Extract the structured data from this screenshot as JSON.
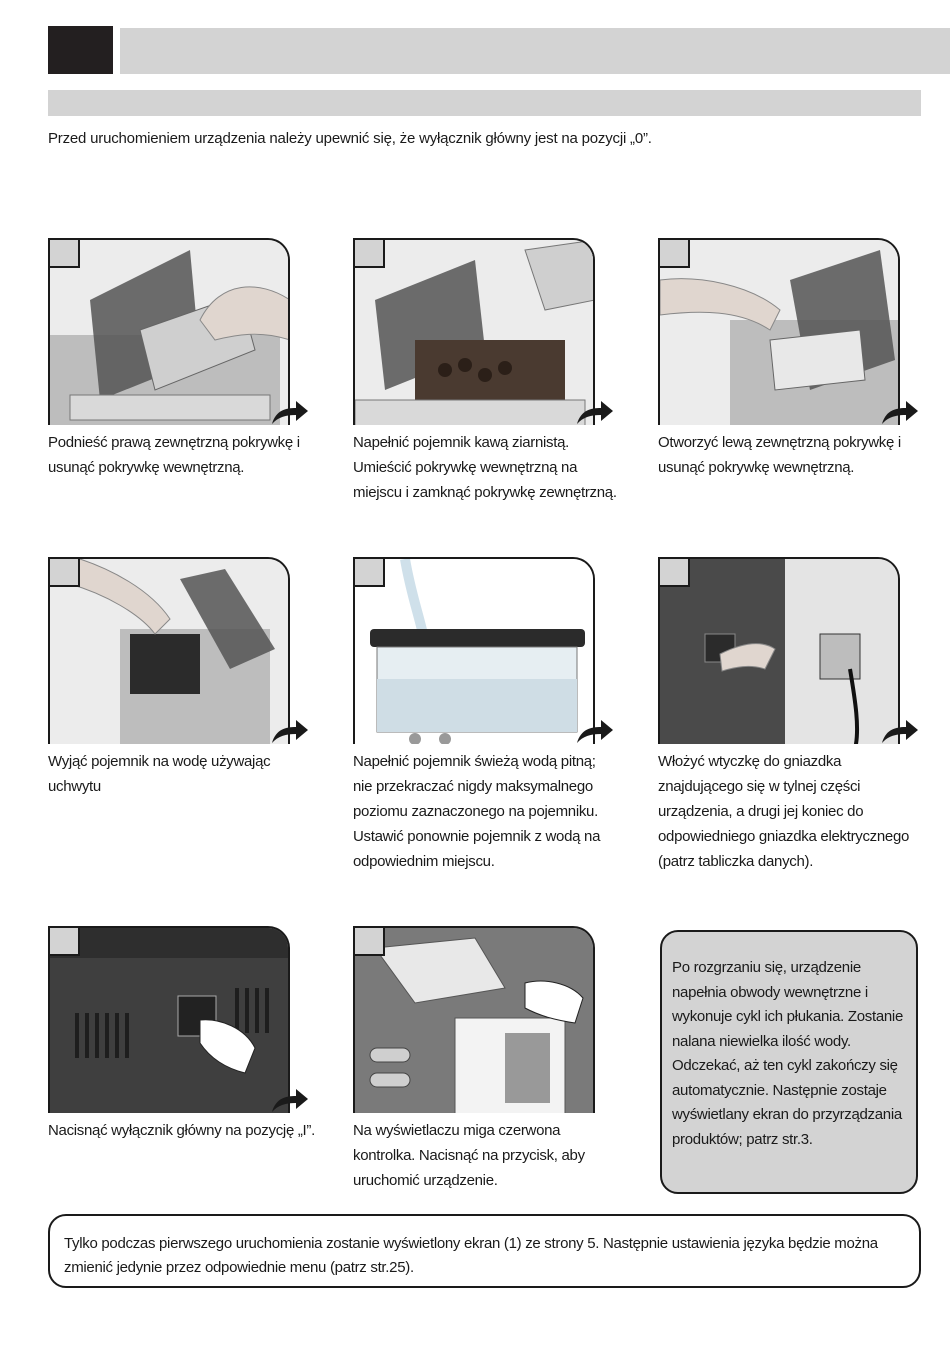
{
  "intro_text": "Przed uruchomieniem urządzenia należy upewnić się, że wyłącznik główny jest na pozycji „0”.",
  "steps": [
    {
      "image_icon": "coffee-machine-lid-open-illustration",
      "caption": [
        "Podnieść prawą zewnętrzną pokrywkę i",
        "usunąć pokrywkę wewnętrzną."
      ]
    },
    {
      "image_icon": "coffee-beans-pouring-illustration",
      "caption": [
        "Napełnić pojemnik kawą ziarnistą.",
        "Umieścić pokrywkę wewnętrzną na",
        "miejscu i zamknąć pokrywkę zewnętrzną."
      ]
    },
    {
      "image_icon": "left-lid-open-illustration",
      "caption": [
        "Otworzyć lewą zewnętrzną pokrywkę i",
        "usunąć pokrywkę wewnętrzną."
      ]
    },
    {
      "image_icon": "water-tank-removal-illustration",
      "caption": [
        "Wyjąć pojemnik na wodę używając",
        "uchwytu"
      ]
    },
    {
      "image_icon": "water-tank-filling-illustration",
      "caption": [
        "Napełnić pojemnik świeżą wodą pitną;",
        "nie przekraczać nigdy maksymalnego",
        "poziomu zaznaczonego na pojemniku.",
        "Ustawić ponownie pojemnik z wodą na",
        "odpowiednim miejscu."
      ]
    },
    {
      "image_icon": "plug-socket-illustration",
      "caption": [
        "Włożyć wtyczkę do gniazdka",
        "znajdującego się w tylnej części",
        "urządzenia, a drugi jej koniec do",
        "odpowiedniego gniazdka elektrycznego",
        "(patrz tabliczka danych)."
      ]
    },
    {
      "image_icon": "main-switch-press-illustration",
      "caption": [
        "Nacisnąć wyłącznik główny na pozycję „I”."
      ]
    },
    {
      "image_icon": "power-button-press-illustration",
      "caption": [
        "Na wyświetlaczu miga czerwona",
        "kontrolka. Nacisnąć na przycisk, aby",
        "uruchomić urządzenie."
      ]
    }
  ],
  "note_lines": [
    "Po rozgrzaniu się, urządzenie",
    "napełnia obwody wewnętrzne i",
    "wykonuje cykl ich płukania. Zostanie",
    "nalana niewielka ilość wody.",
    "Odczekać, aż ten cykl zakończy się",
    "automatycznie. Następnie zostaje",
    "wyświetlany ekran do przyrządzania",
    "produktów; patrz str.3."
  ],
  "footer_lines": [
    "Tylko podczas pierwszego uruchomienia zostanie wyświetlony ekran (1) ze strony 5. Następnie ustawienia języka będzie można",
    "zmienić jedynie przez odpowiednie menu (patrz str.25)."
  ],
  "colors": {
    "header_gray": "#d3d3d3",
    "tab_black": "#231f20",
    "frame_border": "#1a1a1a"
  }
}
